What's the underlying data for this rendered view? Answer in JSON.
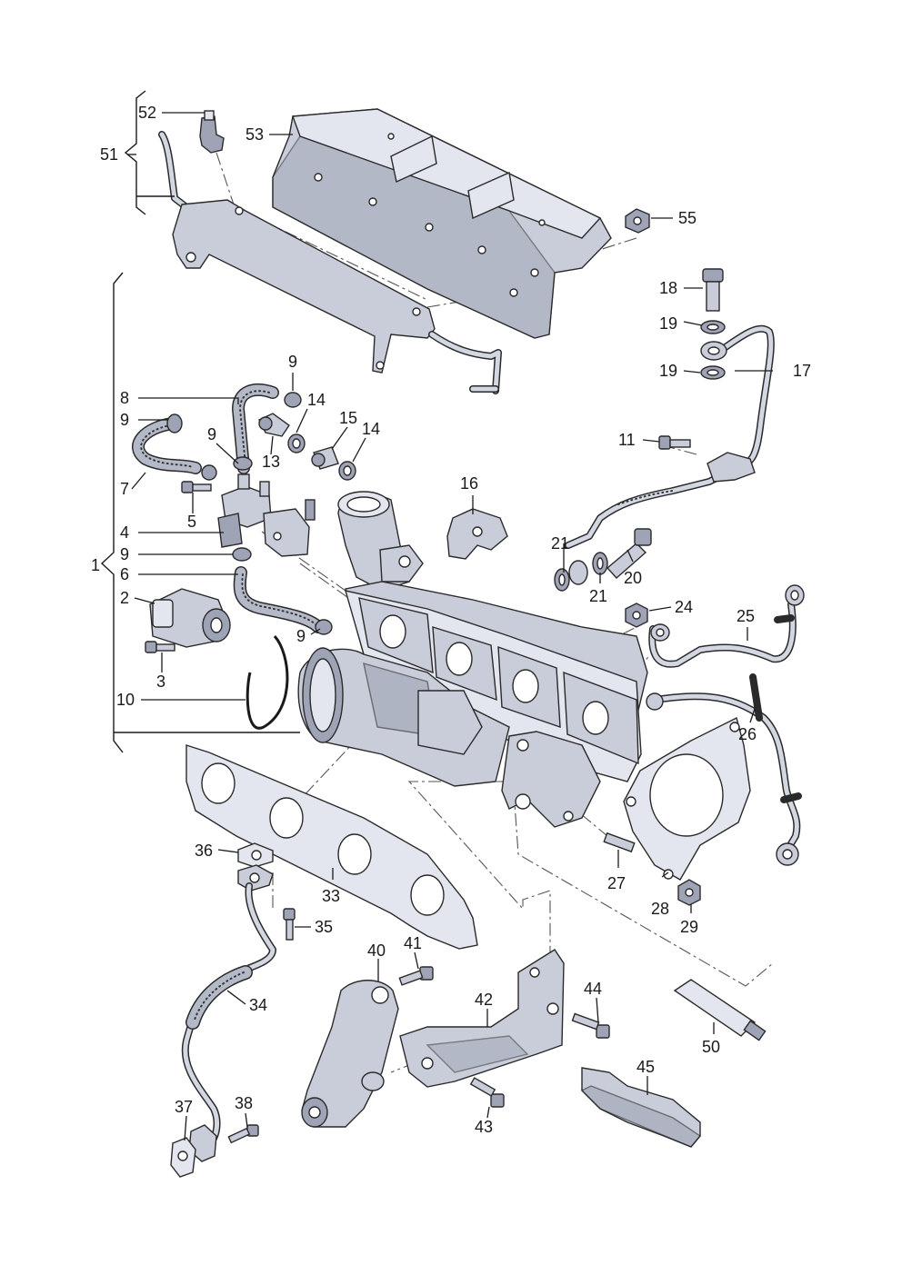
{
  "callouts": [
    {
      "id": "p52",
      "text": "52"
    },
    {
      "id": "p53",
      "text": "53"
    },
    {
      "id": "p51",
      "text": "51"
    },
    {
      "id": "p55",
      "text": "55"
    },
    {
      "id": "p18",
      "text": "18"
    },
    {
      "id": "p19a",
      "text": "19"
    },
    {
      "id": "p19b",
      "text": "19"
    },
    {
      "id": "p17",
      "text": "17"
    },
    {
      "id": "p11",
      "text": "11"
    },
    {
      "id": "p9a",
      "text": "9"
    },
    {
      "id": "p8",
      "text": "8"
    },
    {
      "id": "p14a",
      "text": "14"
    },
    {
      "id": "p9b",
      "text": "9"
    },
    {
      "id": "p15",
      "text": "15"
    },
    {
      "id": "p14b",
      "text": "14"
    },
    {
      "id": "p9c",
      "text": "9"
    },
    {
      "id": "p13",
      "text": "13"
    },
    {
      "id": "p7",
      "text": "7"
    },
    {
      "id": "p16",
      "text": "16"
    },
    {
      "id": "p5",
      "text": "5"
    },
    {
      "id": "p4",
      "text": "4"
    },
    {
      "id": "p21a",
      "text": "21"
    },
    {
      "id": "p9d",
      "text": "9"
    },
    {
      "id": "p1",
      "text": "1"
    },
    {
      "id": "p6",
      "text": "6"
    },
    {
      "id": "p20",
      "text": "20"
    },
    {
      "id": "p21b",
      "text": "21"
    },
    {
      "id": "p24",
      "text": "24"
    },
    {
      "id": "p2",
      "text": "2"
    },
    {
      "id": "p25",
      "text": "25"
    },
    {
      "id": "p9e",
      "text": "9"
    },
    {
      "id": "p3",
      "text": "3"
    },
    {
      "id": "p10",
      "text": "10"
    },
    {
      "id": "p26",
      "text": "26"
    },
    {
      "id": "p36",
      "text": "36"
    },
    {
      "id": "p33",
      "text": "33"
    },
    {
      "id": "p27",
      "text": "27"
    },
    {
      "id": "p28",
      "text": "28"
    },
    {
      "id": "p29",
      "text": "29"
    },
    {
      "id": "p35",
      "text": "35"
    },
    {
      "id": "p40",
      "text": "40"
    },
    {
      "id": "p41",
      "text": "41"
    },
    {
      "id": "p34",
      "text": "34"
    },
    {
      "id": "p42",
      "text": "42"
    },
    {
      "id": "p44",
      "text": "44"
    },
    {
      "id": "p50",
      "text": "50"
    },
    {
      "id": "p45",
      "text": "45"
    },
    {
      "id": "p37",
      "text": "37"
    },
    {
      "id": "p38",
      "text": "38"
    },
    {
      "id": "p43",
      "text": "43"
    }
  ]
}
